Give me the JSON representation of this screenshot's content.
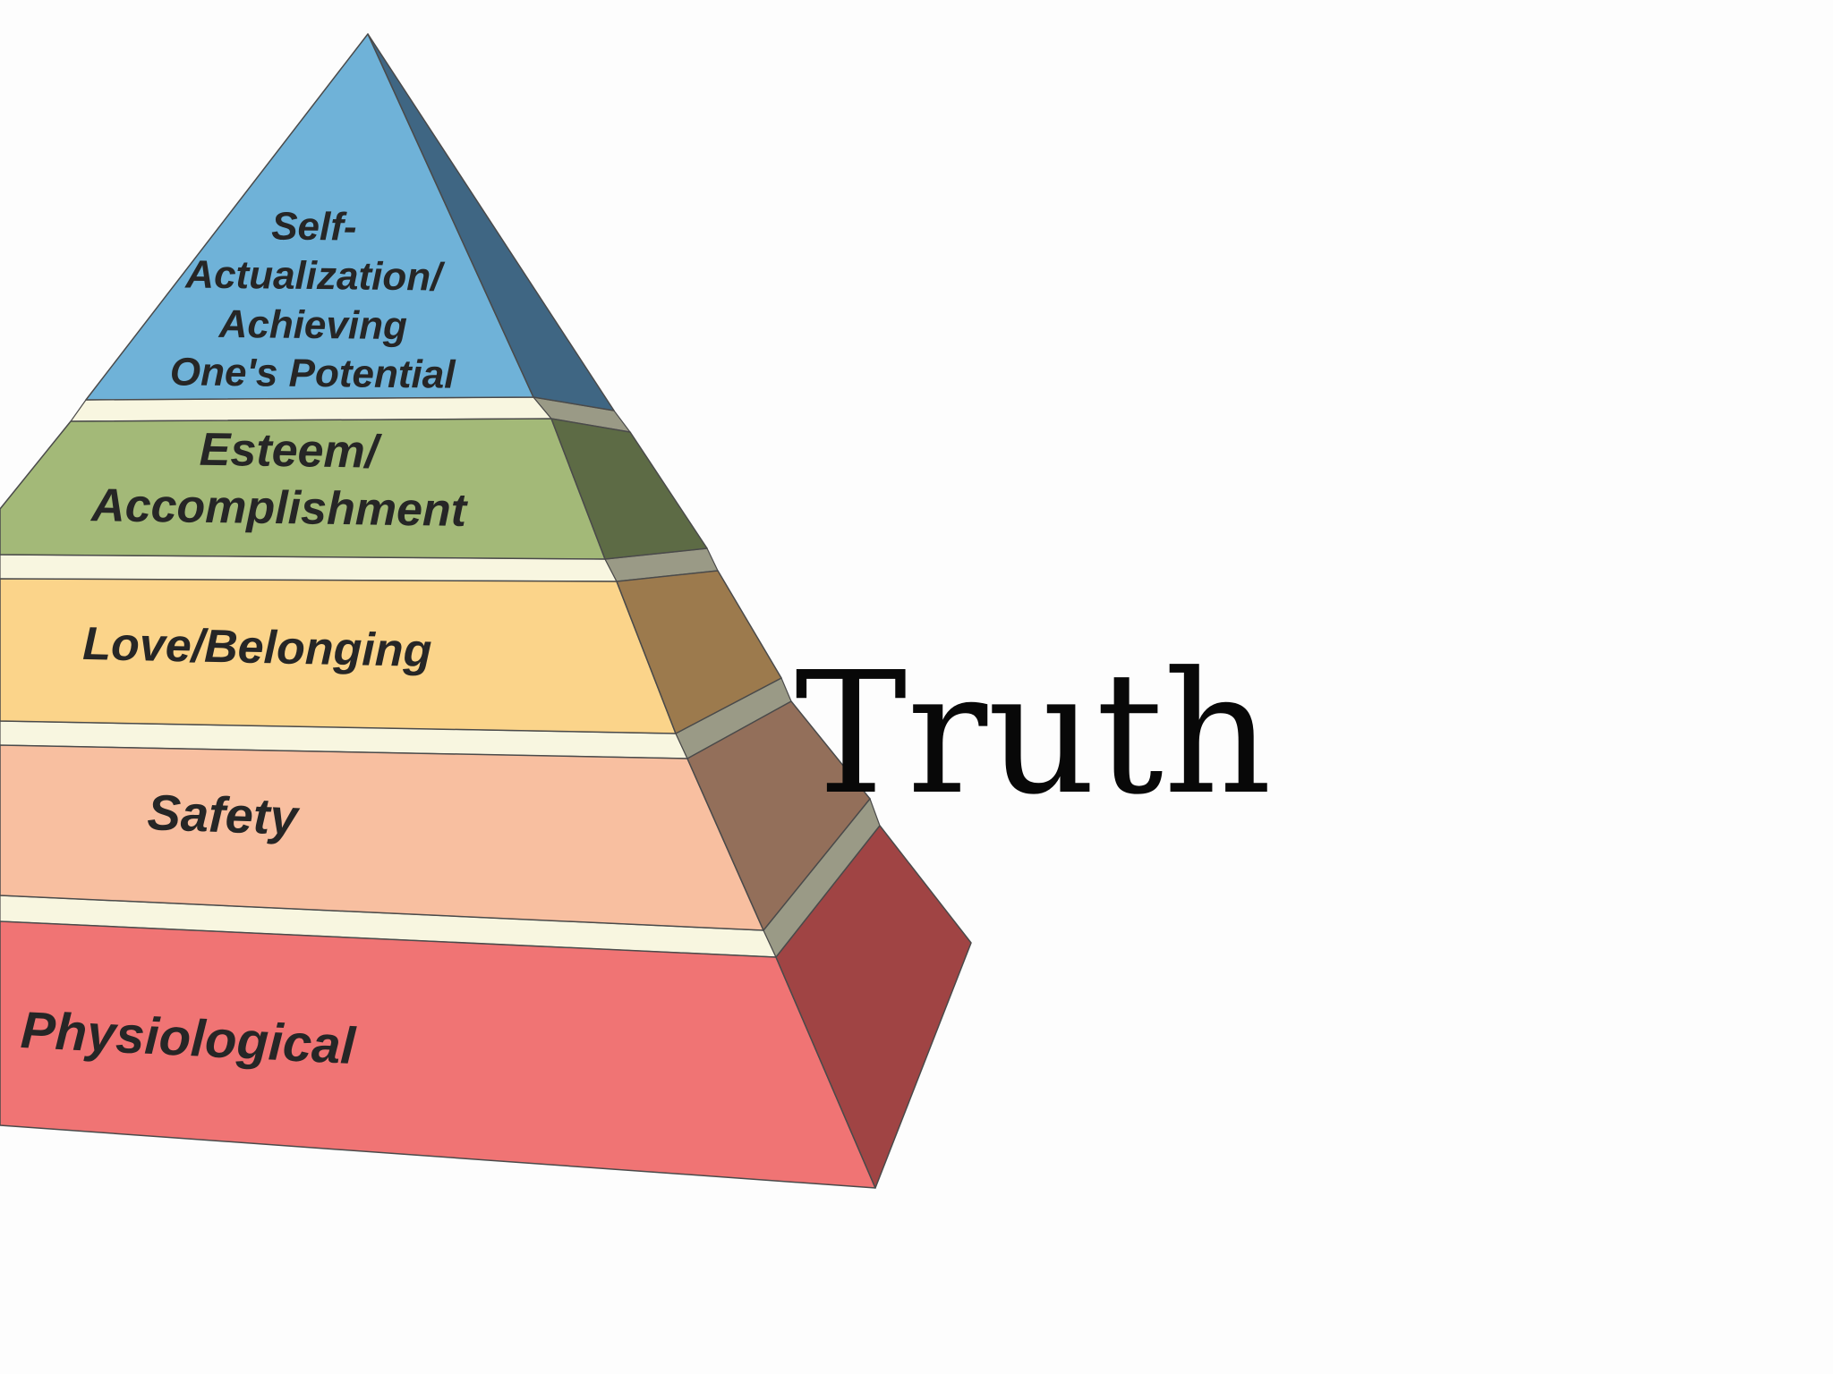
{
  "overlay_text": "Truth",
  "levels": [
    {
      "id": "self_actualization",
      "lines": [
        "Self-",
        "Actualization/",
        "Achieving",
        "One's Potential"
      ],
      "front_color": "#6fb2d8",
      "side_color": "#3f6683"
    },
    {
      "id": "esteem",
      "lines": [
        "Esteem/",
        "Accomplishment"
      ],
      "front_color": "#a3b978",
      "side_color": "#5d6b45"
    },
    {
      "id": "love_belonging",
      "lines": [
        "Love/Belonging"
      ],
      "front_color": "#fbd48a",
      "side_color": "#9c7a4d"
    },
    {
      "id": "safety",
      "lines": [
        "Safety"
      ],
      "front_color": "#f8bfa0",
      "side_color": "#936f5a"
    },
    {
      "id": "physiological",
      "lines": [
        "Physiological"
      ],
      "front_color": "#f07474",
      "side_color": "#a04444"
    }
  ],
  "colors": {
    "background": "#fdfdfd",
    "separator_front": "#f8f6e0",
    "separator_side": "#9a9a86",
    "outline": "#4a4a4a"
  }
}
